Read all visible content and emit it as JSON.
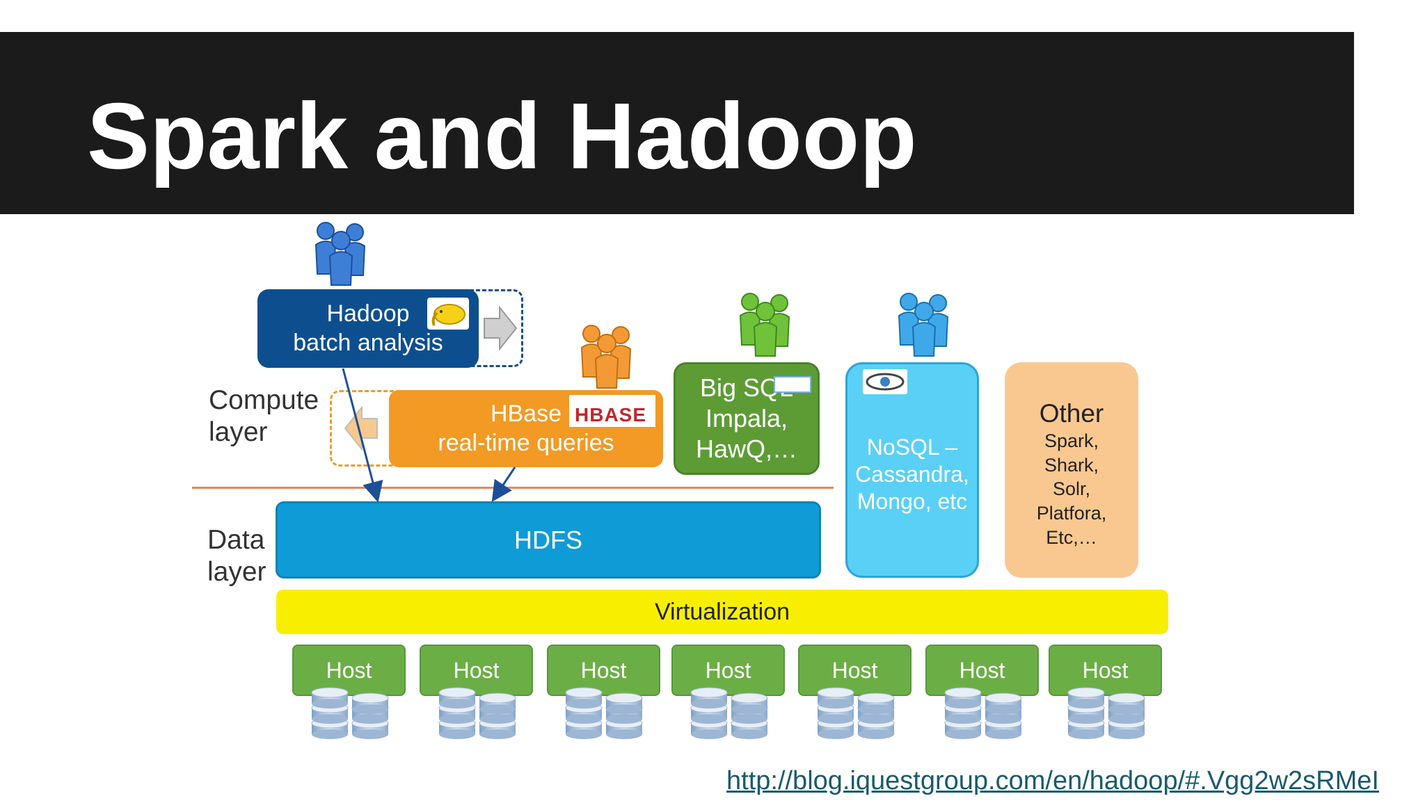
{
  "slide": {
    "title": "Spark and Hadoop",
    "source_url": "http://blog.iquestgroup.com/en/hadoop/#.Vgg2w2sRMeI"
  },
  "diagram": {
    "compute_layer_label": "Compute\nlayer",
    "data_layer_label": "Data\nlayer",
    "hadoop": {
      "line1": "Hadoop",
      "line2": "batch analysis"
    },
    "hbase": {
      "line1": "HBase",
      "line2": "real-time queries",
      "logo_text": "HBASE"
    },
    "bigsql": {
      "line1": "Big SQL",
      "line2": "Impala,",
      "line3": "HawQ,…"
    },
    "nosql": {
      "line1": "NoSQL –",
      "line2": "Cassandra,",
      "line3": "Mongo, etc"
    },
    "other": {
      "title": "Other",
      "items": [
        "Spark,",
        "Shark,",
        "Solr,",
        "Platfora,",
        "Etc,…"
      ]
    },
    "hdfs_label": "HDFS",
    "virtualization_label": "Virtualization",
    "hosts": [
      "Host",
      "Host",
      "Host",
      "Host",
      "Host",
      "Host",
      "Host"
    ]
  },
  "colors": {
    "title_bar": "#1b1b1b",
    "hadoop": "#0d4f8e",
    "hbase": "#f29a24",
    "bigsql": "#5d9c35",
    "nosql": "#5ad0f7",
    "other": "#f9c891",
    "hdfs": "#0f9bd6",
    "virtualization": "#f8ef00",
    "host": "#6cae46"
  },
  "icons": [
    "people-icon",
    "hadoop-elephant-logo",
    "hbase-logo",
    "database-disks-icon",
    "arrow-icon"
  ]
}
